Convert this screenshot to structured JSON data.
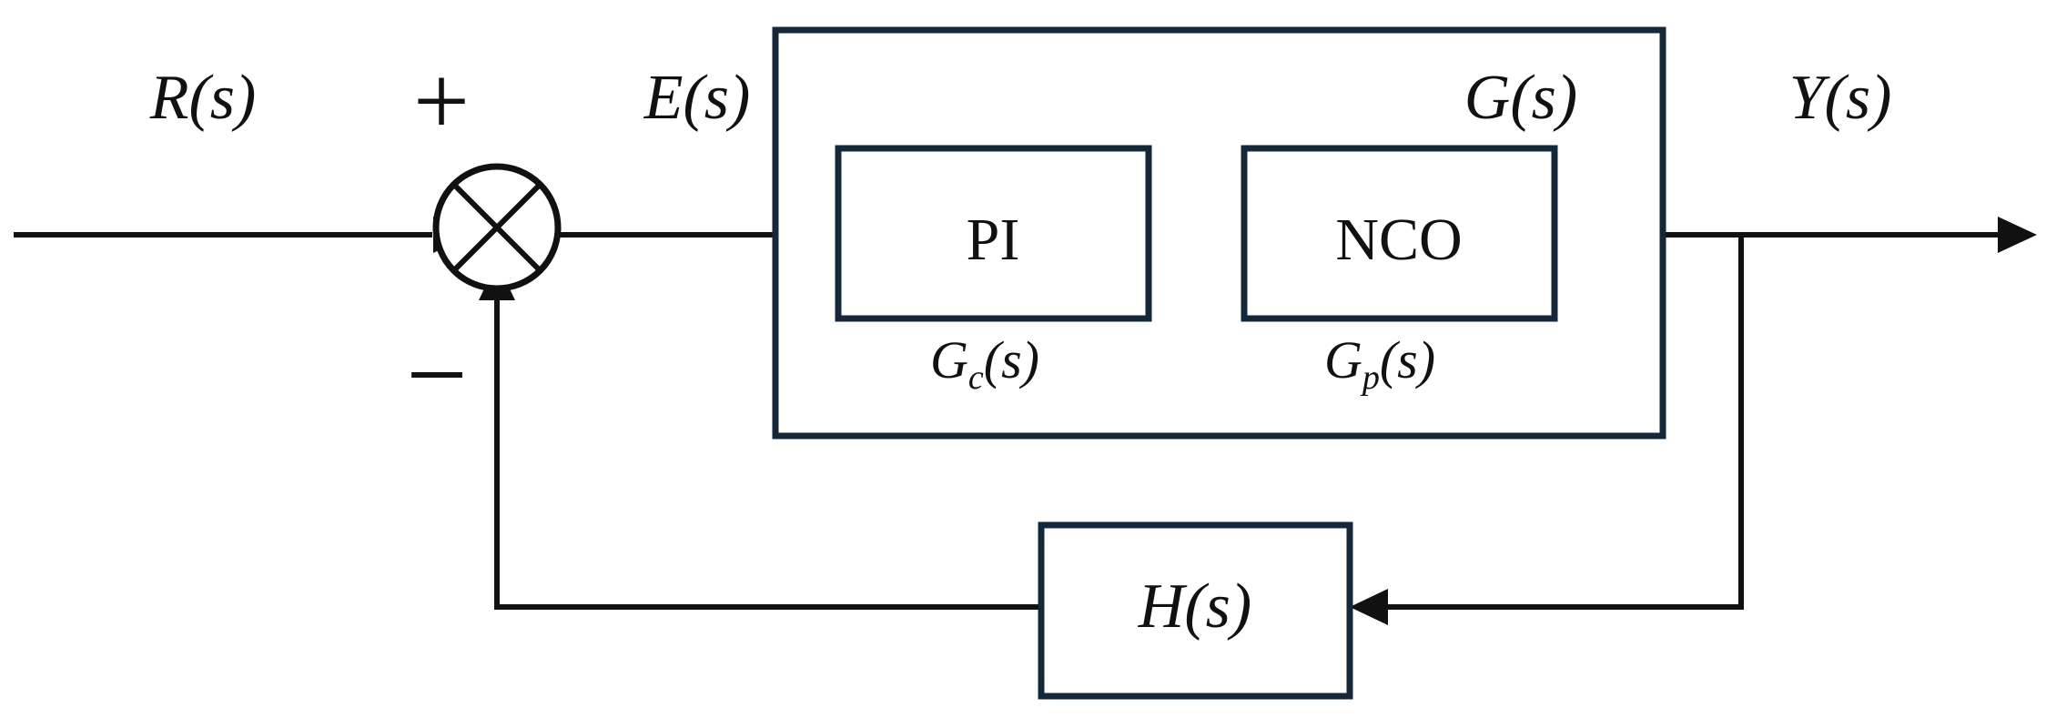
{
  "signals": {
    "input": "R(s)",
    "error": "E(s)",
    "output": "Y(s)",
    "forward_path": "G(s)"
  },
  "summing_junction": {
    "plus": "+",
    "minus": "−"
  },
  "blocks": {
    "controller": {
      "label": "PI",
      "transfer": "G",
      "subscript": "c",
      "arg": "(s)"
    },
    "plant": {
      "label": "NCO",
      "transfer": "G",
      "subscript": "p",
      "arg": "(s)"
    },
    "feedback": {
      "label": "H(s)"
    }
  },
  "colors": {
    "line": "#111111",
    "box_border": "#14283a"
  }
}
